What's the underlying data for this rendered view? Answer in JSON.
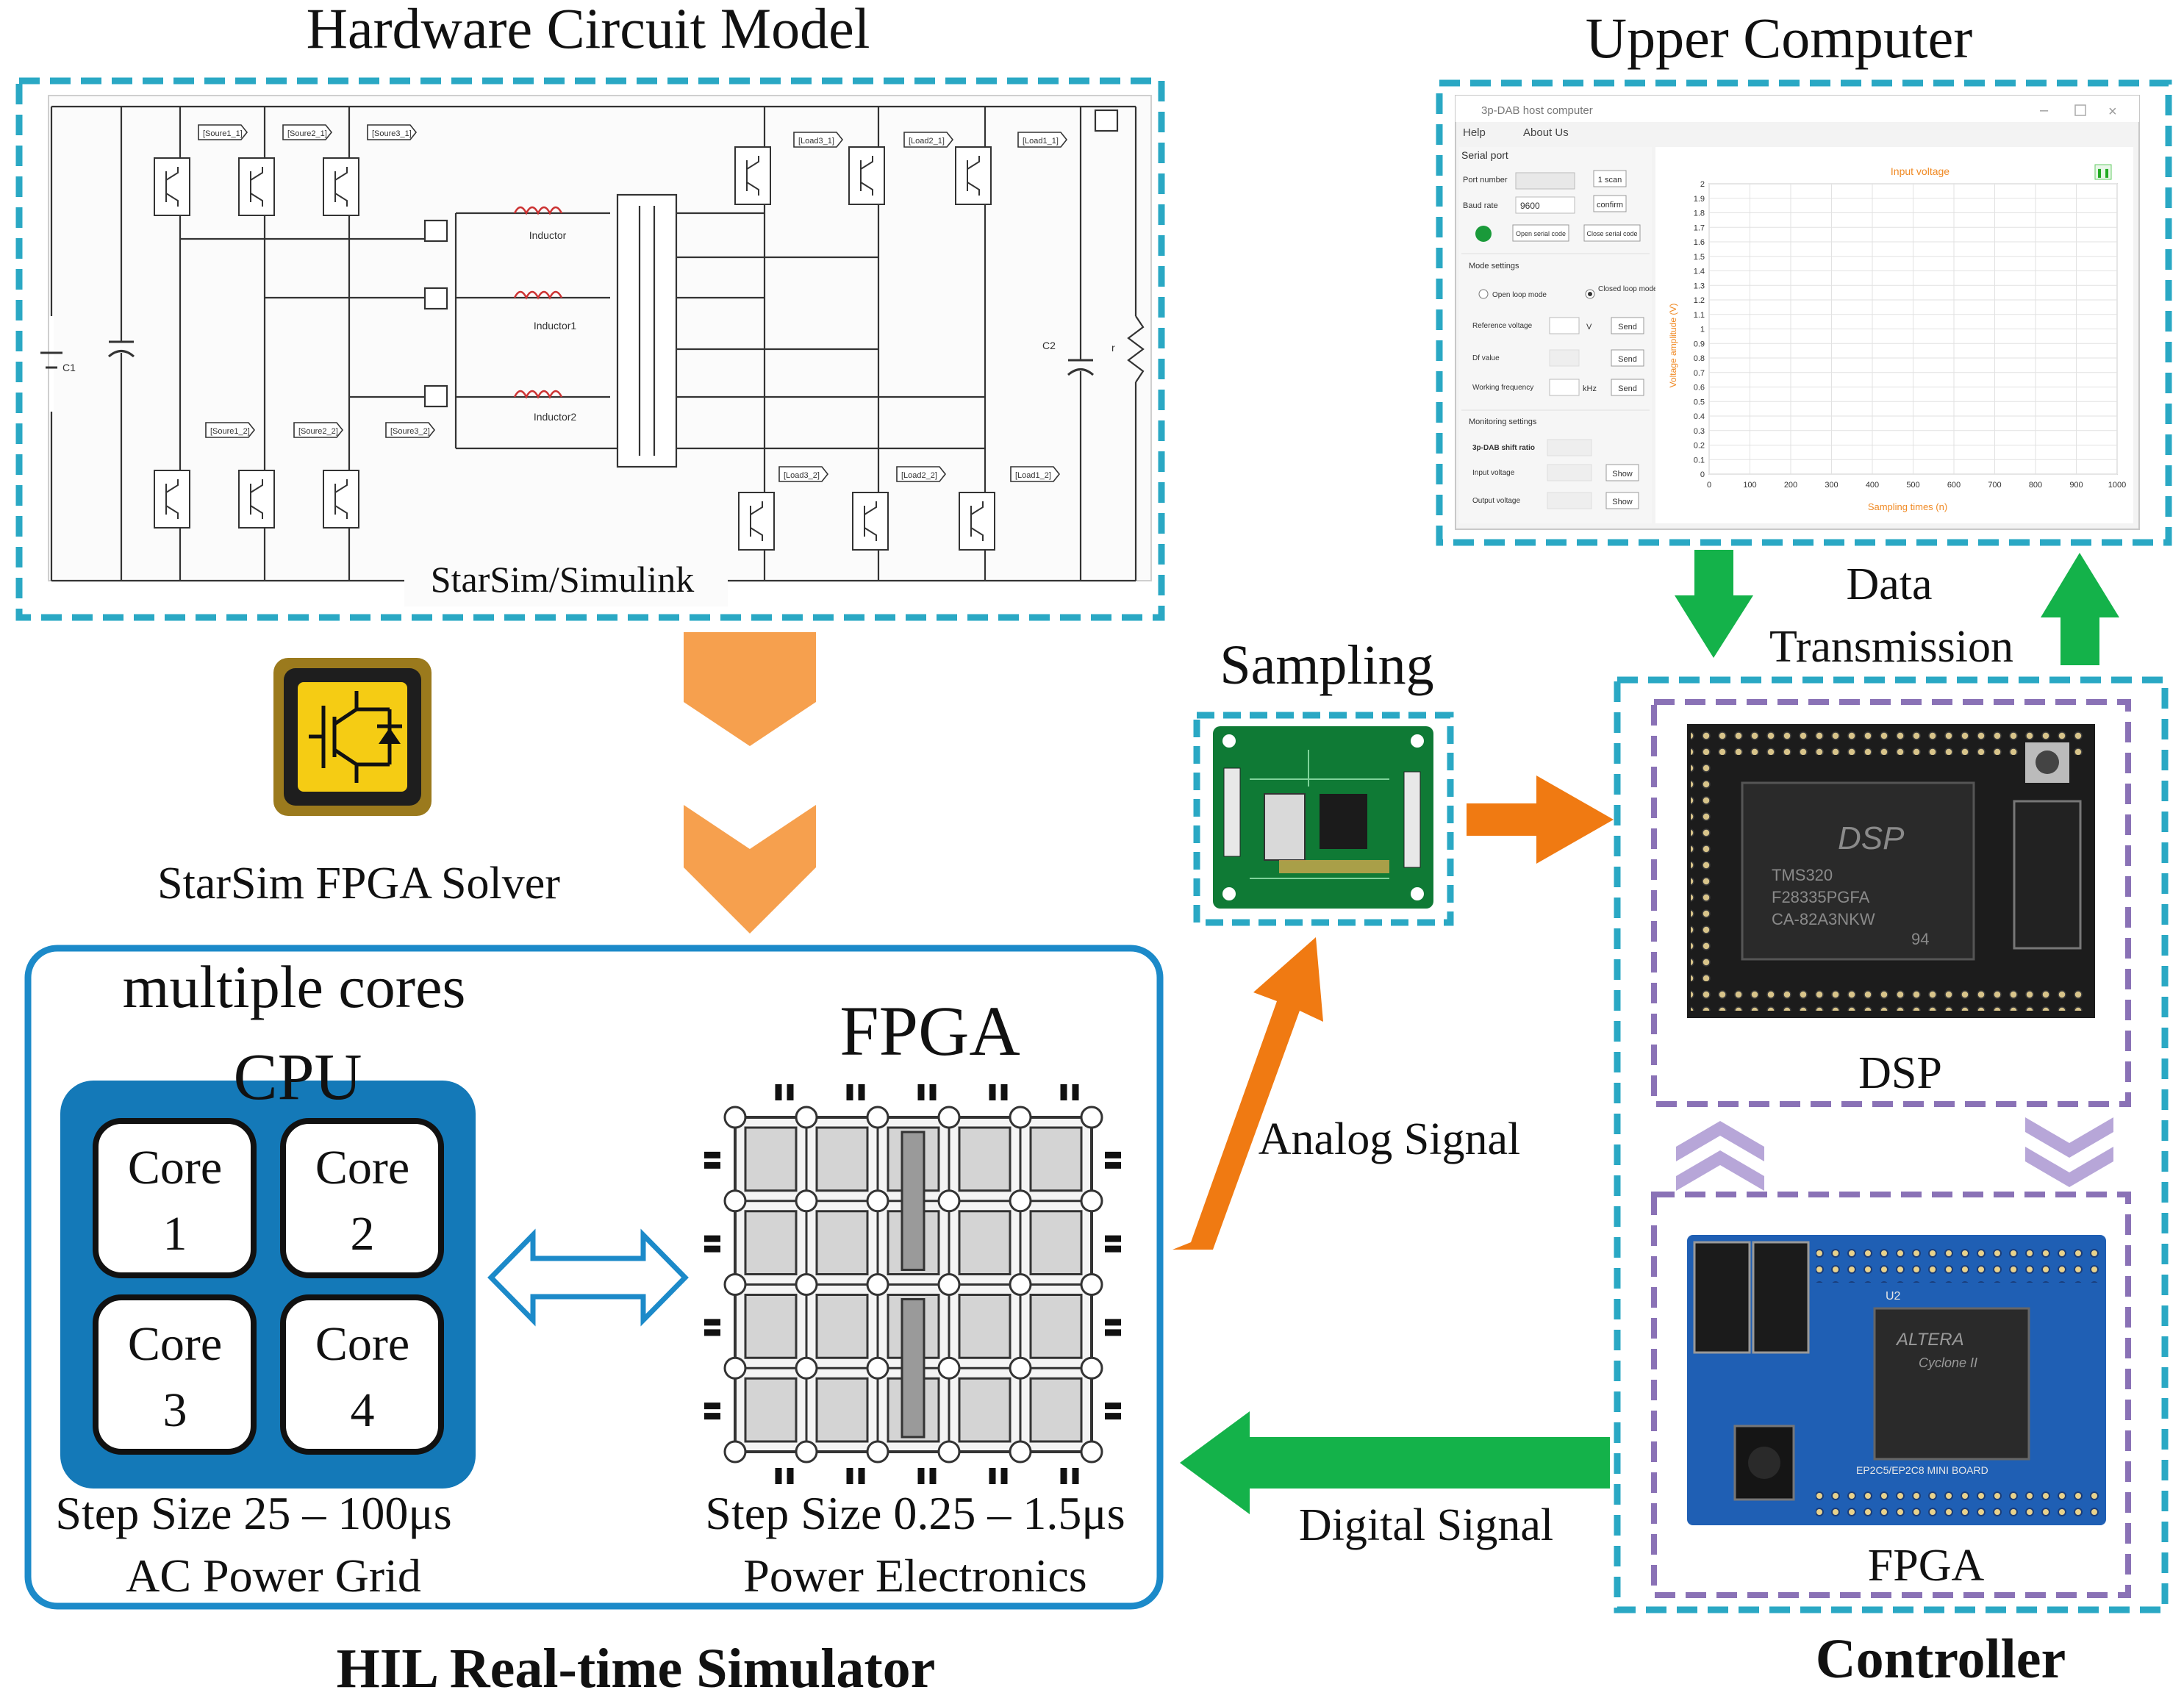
{
  "titles": {
    "hardware_model": "Hardware Circuit Model",
    "upper_computer": "Upper Computer",
    "sampling": "Sampling",
    "data_transmission_1": "Data",
    "data_transmission_2": "Transmission",
    "starsim_solver": "StarSim FPGA Solver",
    "hil_simulator": "HIL Real-time Simulator",
    "controller": "Controller"
  },
  "circuit": {
    "caption": "StarSim/Simulink",
    "labels": {
      "c1": "C1",
      "c2": "C2",
      "r": "r",
      "inductor": "Inductor",
      "inductor1": "Inductor1",
      "inductor2": "Inductor2",
      "src_top": [
        "Soure1_1",
        "Soure2_1",
        "Soure3_1"
      ],
      "src_bot": [
        "Soure1_2",
        "Soure2_2",
        "Soure3_2"
      ],
      "load_top": [
        "Load3_1",
        "Load2_1",
        "Load1_1"
      ],
      "load_bot": [
        "Load3_2",
        "Load2_2",
        "Load1_2"
      ]
    }
  },
  "host": {
    "window_title": "3p-DAB host computer",
    "menu": [
      "Help",
      "About Us"
    ],
    "serial_port": "Serial port",
    "port_number": "Port number",
    "scan": "1 scan",
    "baud_rate": "Baud rate",
    "baud_value": "9600",
    "confirm": "confirm",
    "open_serial": "Open serial code",
    "close_serial": "Close serial code",
    "mode_settings": "Mode settings",
    "open_loop": "Open loop mode",
    "closed_loop": "Closed loop mode",
    "reference_voltage": "Reference voltage",
    "unit_v": "V",
    "send": "Send",
    "df_value": "Df value",
    "working_frequency": "Working frequency",
    "unit_khz": "kHz",
    "monitoring_settings": "Monitoring settings",
    "shift_ratio": "3p-DAB shift ratio",
    "input_voltage": "Input voltage",
    "output_voltage": "Output voltage",
    "show": "Show",
    "chart_title": "Input voltage",
    "ylabel": "Voltage amplitude (V)",
    "xlabel": "Sampling times (n)",
    "yticks": [
      "0",
      "0.1",
      "0.2",
      "0.3",
      "0.4",
      "0.5",
      "0.6",
      "0.7",
      "0.8",
      "0.9",
      "1",
      "1.1",
      "1.2",
      "1.3",
      "1.4",
      "1.5",
      "1.6",
      "1.7",
      "1.8",
      "1.9",
      "2"
    ],
    "xticks": [
      "0",
      "100",
      "200",
      "300",
      "400",
      "500",
      "600",
      "700",
      "800",
      "900",
      "1000"
    ],
    "accent": "#f08a24"
  },
  "hil": {
    "multiple_cores": "multiple cores",
    "cpu": "CPU",
    "cores": [
      {
        "word": "Core",
        "num": "1"
      },
      {
        "word": "Core",
        "num": "2"
      },
      {
        "word": "Core",
        "num": "3"
      },
      {
        "word": "Core",
        "num": "4"
      }
    ],
    "cpu_step": "Step Size 25 – 100μs",
    "cpu_domain": "AC Power Grid",
    "fpga": "FPGA",
    "fpga_step": "Step Size 0.25 – 1.5μs",
    "fpga_domain": "Power Electronics"
  },
  "signals": {
    "analog": "Analog Signal",
    "digital": "Digital Signal"
  },
  "controller_parts": {
    "dsp_label": "DSP",
    "fpga_label": "FPGA",
    "dsp_chip": [
      "DSP",
      "TMS320",
      "F28335PGFA",
      "CA-82A3NKW",
      "94"
    ],
    "fpga_chip": [
      "ALTERA",
      "Cyclone II",
      "EP2C5/EP2C8 MINI BOARD",
      "U2"
    ]
  },
  "colors": {
    "teal_dash": "#2aa8c4",
    "purple_dash": "#8a72b6",
    "orange_arrow": "#f6a04e",
    "orange_signal": "#f07a12",
    "green_arrow": "#14b24a",
    "hil_border": "#1c8ac9",
    "cpu_fill": "#1479b8",
    "pcb_green": "#0f7a35",
    "pcb_blue": "#1f5fb4"
  }
}
